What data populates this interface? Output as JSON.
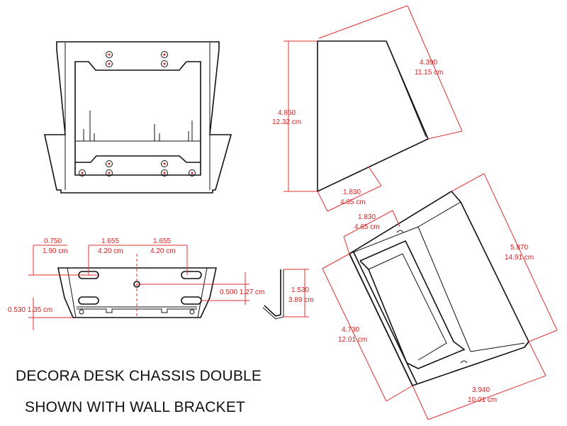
{
  "title": {
    "line1": "DECORA DESK CHASSIS DOUBLE",
    "line2": "SHOWN WITH WALL BRACKET"
  },
  "colors": {
    "dimension": "#d92020",
    "outline": "#111111",
    "background": "#ffffff"
  },
  "dimensions": {
    "side_diag_in": "4.390",
    "side_diag_cm": "11.15 cm",
    "side_height_in": "4.850",
    "side_height_cm": "12.32 cm",
    "side_base_in": "1.830",
    "side_base_cm": "4.65 cm",
    "iso_top_in": "1.830",
    "iso_top_cm": "4.65 cm",
    "iso_right_in": "5.870",
    "iso_right_cm": "14.91 cm",
    "iso_left_in": "4.730",
    "iso_left_cm": "12.01 cm",
    "iso_bottom_in": "3.940",
    "iso_bottom_cm": "10.01 cm",
    "bracket_left_in": "0.750",
    "bracket_left_cm": "1.90 cm",
    "bracket_mid1_in": "1.655",
    "bracket_mid1_cm": "4.20 cm",
    "bracket_mid2_in": "1.655",
    "bracket_mid2_cm": "4.20 cm",
    "bracket_right": "0.500 1.27 cm",
    "bracket_bottom": "0.530 1.35 cm",
    "bracket_height_in": "1.530",
    "bracket_height_cm": "3.89 cm"
  }
}
